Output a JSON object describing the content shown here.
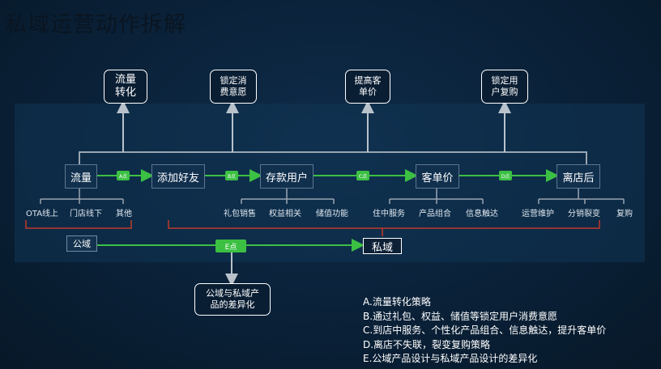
{
  "title": "私域运营动作拆解",
  "top_boxes": [
    {
      "line1": "流量",
      "line2": "转化"
    },
    {
      "line1": "锁定消",
      "line2": "费意愿"
    },
    {
      "line1": "提高客",
      "line2": "单价"
    },
    {
      "line1": "锁定用",
      "line2": "户复购"
    }
  ],
  "nodes": [
    "流量",
    "添加好友",
    "存款用户",
    "客单价",
    "离店后"
  ],
  "tags": [
    "A点",
    "B点",
    "C点",
    "D点"
  ],
  "sub_items": {
    "group1": [
      "OTA线上",
      "门店线下",
      "其他"
    ],
    "group2": [
      "礼包销售",
      "权益相关",
      "储值功能"
    ],
    "group3": [
      "住中服务",
      "产品组合",
      "信息触达"
    ],
    "group4": [
      "运营维护",
      "分销裂变",
      "复购"
    ]
  },
  "public_label": "公域",
  "private_label": "私域",
  "e_tag": "E点",
  "bottom_box": {
    "line1": "公域与私域产",
    "line2": "品的差异化"
  },
  "notes": [
    "A.流量转化策略",
    "B.通过礼包、权益、储值等锁定用户消费意愿",
    "C.到店中服务、个性化产品组合、信息触达，提升客单价",
    "D.离店不失联，裂变复购策略",
    "E.公域产品设计与私域产品设计的差异化"
  ],
  "colors": {
    "accent": "#3cc043",
    "bracket": "#c0392b",
    "line": "#9aa5b1"
  }
}
